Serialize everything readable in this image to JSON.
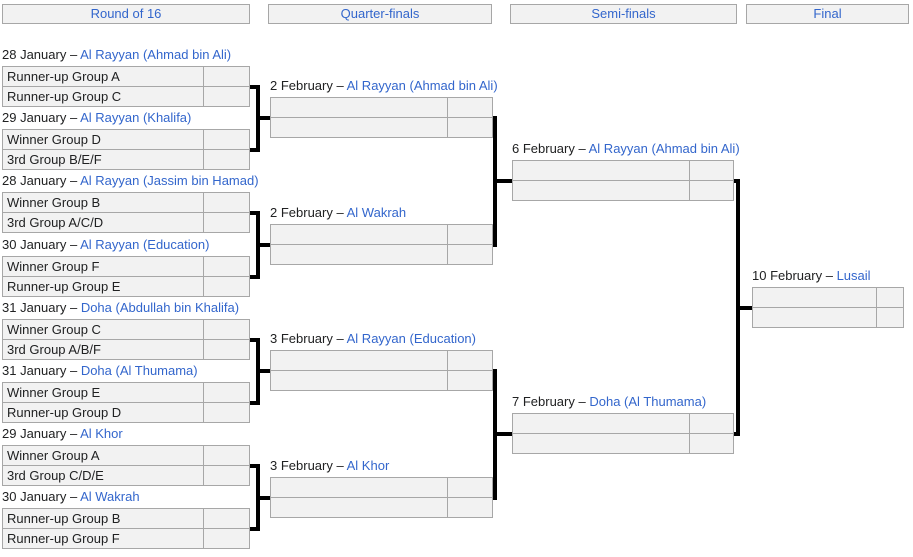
{
  "strings": {
    "dash": "–"
  },
  "colors": {
    "link": "#3366cc",
    "cell_fill": "#f2f2f2",
    "cell_border": "#a7a7a7",
    "text": "#202122",
    "connector": "#000000",
    "background": "#ffffff"
  },
  "rounds": [
    {
      "name": "Round of 16",
      "matches": [
        {
          "date": "28 January",
          "venue": "Al Rayyan (Ahmad bin Ali)",
          "team1": "Runner-up Group A",
          "score1": "",
          "team2": "Runner-up Group C",
          "score2": ""
        },
        {
          "date": "29 January",
          "venue": "Al Rayyan (Khalifa)",
          "team1": "Winner Group D",
          "score1": "",
          "team2": "3rd Group B/E/F",
          "score2": ""
        },
        {
          "date": "28 January",
          "venue": "Al Rayyan (Jassim bin Hamad)",
          "team1": "Winner Group B",
          "score1": "",
          "team2": "3rd Group A/C/D",
          "score2": ""
        },
        {
          "date": "30 January",
          "venue": "Al Rayyan (Education)",
          "team1": "Winner Group F",
          "score1": "",
          "team2": "Runner-up Group E",
          "score2": ""
        },
        {
          "date": "31 January",
          "venue": "Doha (Abdullah bin Khalifa)",
          "team1": "Winner Group C",
          "score1": "",
          "team2": "3rd Group A/B/F",
          "score2": ""
        },
        {
          "date": "31 January",
          "venue": "Doha (Al Thumama)",
          "team1": "Winner Group E",
          "score1": "",
          "team2": "Runner-up Group D",
          "score2": ""
        },
        {
          "date": "29 January",
          "venue": "Al Khor",
          "team1": "Winner Group A",
          "score1": "",
          "team2": "3rd Group C/D/E",
          "score2": ""
        },
        {
          "date": "30 January",
          "venue": "Al Wakrah",
          "team1": "Runner-up Group B",
          "score1": "",
          "team2": "Runner-up Group F",
          "score2": ""
        }
      ]
    },
    {
      "name": "Quarter-finals",
      "matches": [
        {
          "date": "2 February",
          "venue": "Al Rayyan (Ahmad bin Ali)",
          "team1": "",
          "score1": "",
          "team2": "",
          "score2": ""
        },
        {
          "date": "2 February",
          "venue": "Al Wakrah",
          "team1": "",
          "score1": "",
          "team2": "",
          "score2": ""
        },
        {
          "date": "3 February",
          "venue": "Al Rayyan (Education)",
          "team1": "",
          "score1": "",
          "team2": "",
          "score2": ""
        },
        {
          "date": "3 February",
          "venue": "Al Khor",
          "team1": "",
          "score1": "",
          "team2": "",
          "score2": ""
        }
      ]
    },
    {
      "name": "Semi-finals",
      "matches": [
        {
          "date": "6 February",
          "venue": "Al Rayyan (Ahmad bin Ali)",
          "team1": "",
          "score1": "",
          "team2": "",
          "score2": ""
        },
        {
          "date": "7 February",
          "venue": "Doha (Al Thumama)",
          "team1": "",
          "score1": "",
          "team2": "",
          "score2": ""
        }
      ]
    },
    {
      "name": "Final",
      "matches": [
        {
          "date": "10 February",
          "venue": "Lusail",
          "team1": "",
          "score1": "",
          "team2": "",
          "score2": ""
        }
      ]
    }
  ]
}
